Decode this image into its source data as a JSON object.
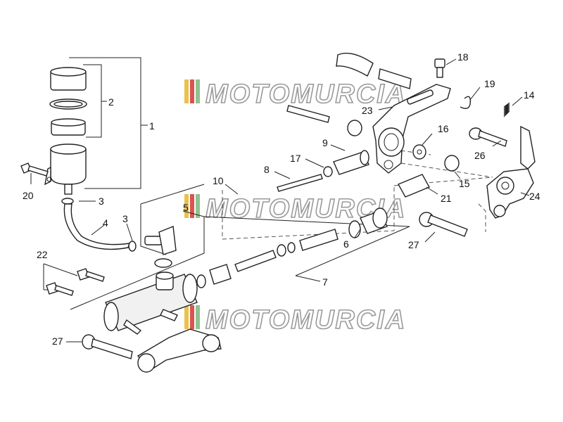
{
  "watermark": {
    "text": "MOTOMURCIA",
    "colors": [
      "#e8c24a",
      "#d9534f",
      "#8fc28f",
      "#a0a0a0"
    ]
  },
  "labels": [
    {
      "id": "1",
      "text": "1"
    },
    {
      "id": "2",
      "text": "2"
    },
    {
      "id": "3a",
      "text": "3"
    },
    {
      "id": "3b",
      "text": "3"
    },
    {
      "id": "4",
      "text": "4"
    },
    {
      "id": "5",
      "text": "5"
    },
    {
      "id": "6",
      "text": "6"
    },
    {
      "id": "7",
      "text": "7"
    },
    {
      "id": "8",
      "text": "8"
    },
    {
      "id": "9",
      "text": "9"
    },
    {
      "id": "10",
      "text": "10"
    },
    {
      "id": "14",
      "text": "14"
    },
    {
      "id": "15",
      "text": "15"
    },
    {
      "id": "16",
      "text": "16"
    },
    {
      "id": "17",
      "text": "17"
    },
    {
      "id": "18",
      "text": "18"
    },
    {
      "id": "19",
      "text": "19"
    },
    {
      "id": "20",
      "text": "20"
    },
    {
      "id": "21",
      "text": "21"
    },
    {
      "id": "22",
      "text": "22"
    },
    {
      "id": "23",
      "text": "23"
    },
    {
      "id": "24",
      "text": "24"
    },
    {
      "id": "26",
      "text": "26"
    },
    {
      "id": "27a",
      "text": "27"
    },
    {
      "id": "27b",
      "text": "27"
    }
  ]
}
